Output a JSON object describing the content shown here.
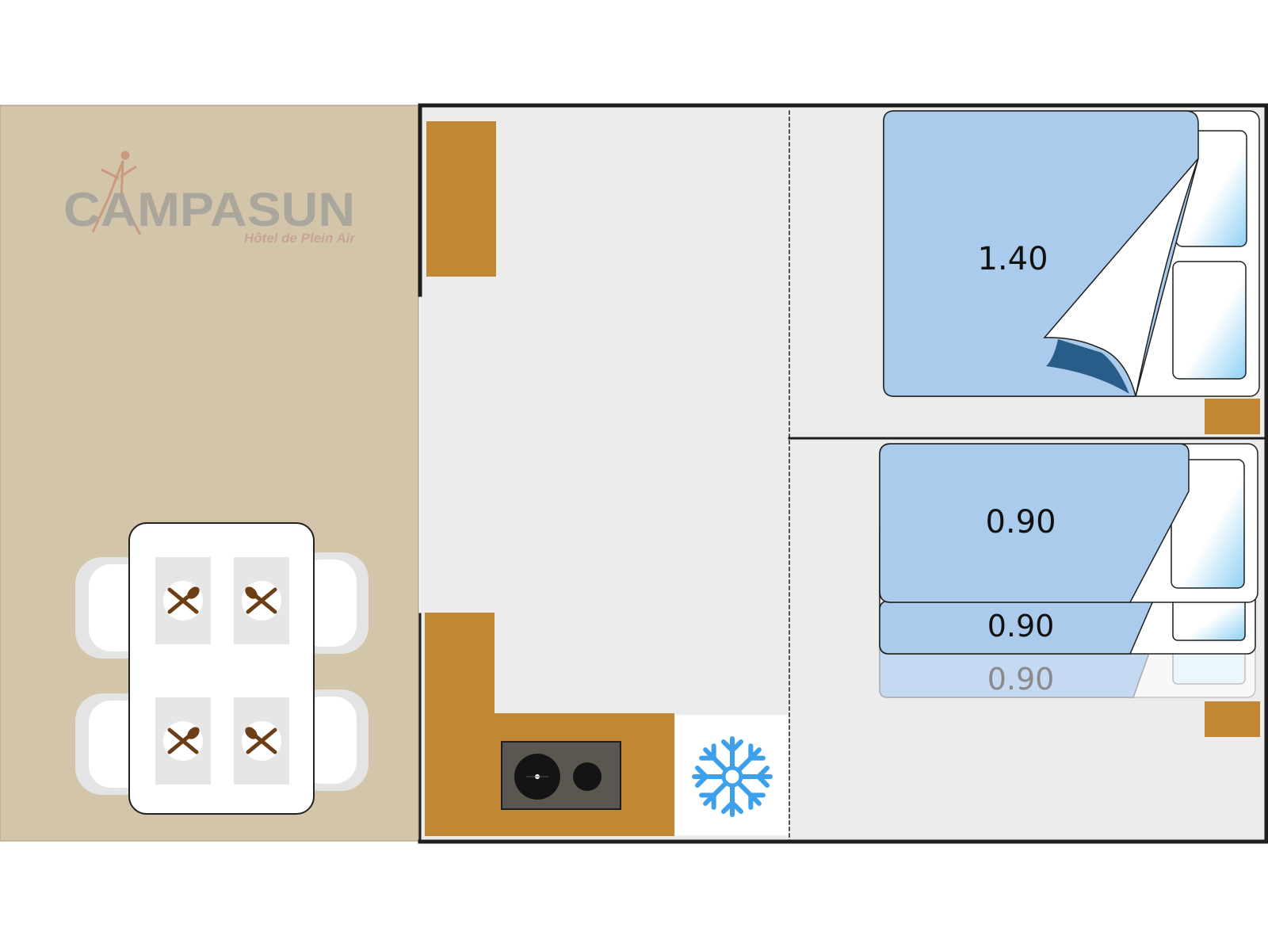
{
  "logo": {
    "name": "CAMPASUN",
    "tagline": "Hôtel de Plein Air"
  },
  "beds": {
    "double": "1.40",
    "single_top": "0.90",
    "single_middle": "0.90",
    "single_bottom": "0.90"
  },
  "icons": {
    "fridge": "snowflake-icon",
    "place_setting": "knife-spoon-icon",
    "hob": "cooktop-icon"
  },
  "colors": {
    "terrace": "#d3c5a9",
    "floor": "#ececec",
    "wood": "#c08734",
    "bed_blue": "#aacbec",
    "bed_dark": "#285d8a",
    "snowflake": "#3ea0ea",
    "walls": "#1e1e1e"
  }
}
